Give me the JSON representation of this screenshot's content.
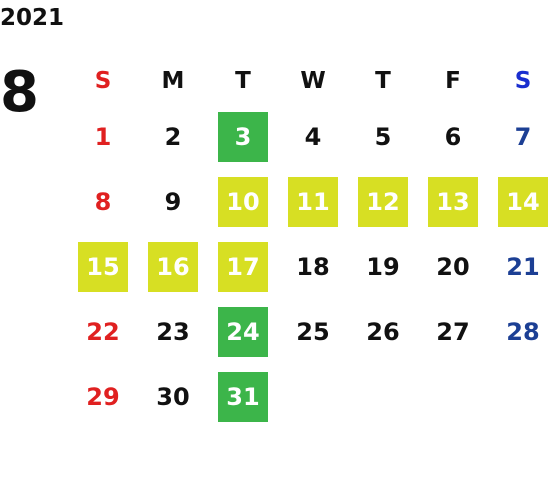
{
  "calendar": {
    "year": "2021",
    "month": "8",
    "weekdays": [
      "S",
      "M",
      "T",
      "W",
      "T",
      "F",
      "S"
    ],
    "weeks": [
      [
        {
          "day": "1",
          "color": "red",
          "highlight": ""
        },
        {
          "day": "2",
          "color": "black",
          "highlight": ""
        },
        {
          "day": "3",
          "color": "black",
          "highlight": "green"
        },
        {
          "day": "4",
          "color": "black",
          "highlight": ""
        },
        {
          "day": "5",
          "color": "black",
          "highlight": ""
        },
        {
          "day": "6",
          "color": "black",
          "highlight": ""
        },
        {
          "day": "7",
          "color": "blue",
          "highlight": ""
        }
      ],
      [
        {
          "day": "8",
          "color": "red",
          "highlight": ""
        },
        {
          "day": "9",
          "color": "black",
          "highlight": ""
        },
        {
          "day": "10",
          "color": "black",
          "highlight": "yellow"
        },
        {
          "day": "11",
          "color": "black",
          "highlight": "yellow"
        },
        {
          "day": "12",
          "color": "black",
          "highlight": "yellow"
        },
        {
          "day": "13",
          "color": "black",
          "highlight": "yellow"
        },
        {
          "day": "14",
          "color": "blue",
          "highlight": "yellow"
        }
      ],
      [
        {
          "day": "15",
          "color": "red",
          "highlight": "yellow"
        },
        {
          "day": "16",
          "color": "black",
          "highlight": "yellow"
        },
        {
          "day": "17",
          "color": "black",
          "highlight": "yellow"
        },
        {
          "day": "18",
          "color": "black",
          "highlight": ""
        },
        {
          "day": "19",
          "color": "black",
          "highlight": ""
        },
        {
          "day": "20",
          "color": "black",
          "highlight": ""
        },
        {
          "day": "21",
          "color": "blue",
          "highlight": ""
        }
      ],
      [
        {
          "day": "22",
          "color": "red",
          "highlight": ""
        },
        {
          "day": "23",
          "color": "black",
          "highlight": ""
        },
        {
          "day": "24",
          "color": "black",
          "highlight": "green"
        },
        {
          "day": "25",
          "color": "black",
          "highlight": ""
        },
        {
          "day": "26",
          "color": "black",
          "highlight": ""
        },
        {
          "day": "27",
          "color": "black",
          "highlight": ""
        },
        {
          "day": "28",
          "color": "blue",
          "highlight": ""
        }
      ],
      [
        {
          "day": "29",
          "color": "red",
          "highlight": ""
        },
        {
          "day": "30",
          "color": "black",
          "highlight": ""
        },
        {
          "day": "31",
          "color": "black",
          "highlight": "green"
        }
      ]
    ]
  },
  "colors": {
    "sunday": "#e02020",
    "saturday": "#1c3f94",
    "saturday_header": "#1a2ecf",
    "highlight_yellow": "#d7df23",
    "highlight_green": "#3cb54a",
    "text": "#111111"
  }
}
